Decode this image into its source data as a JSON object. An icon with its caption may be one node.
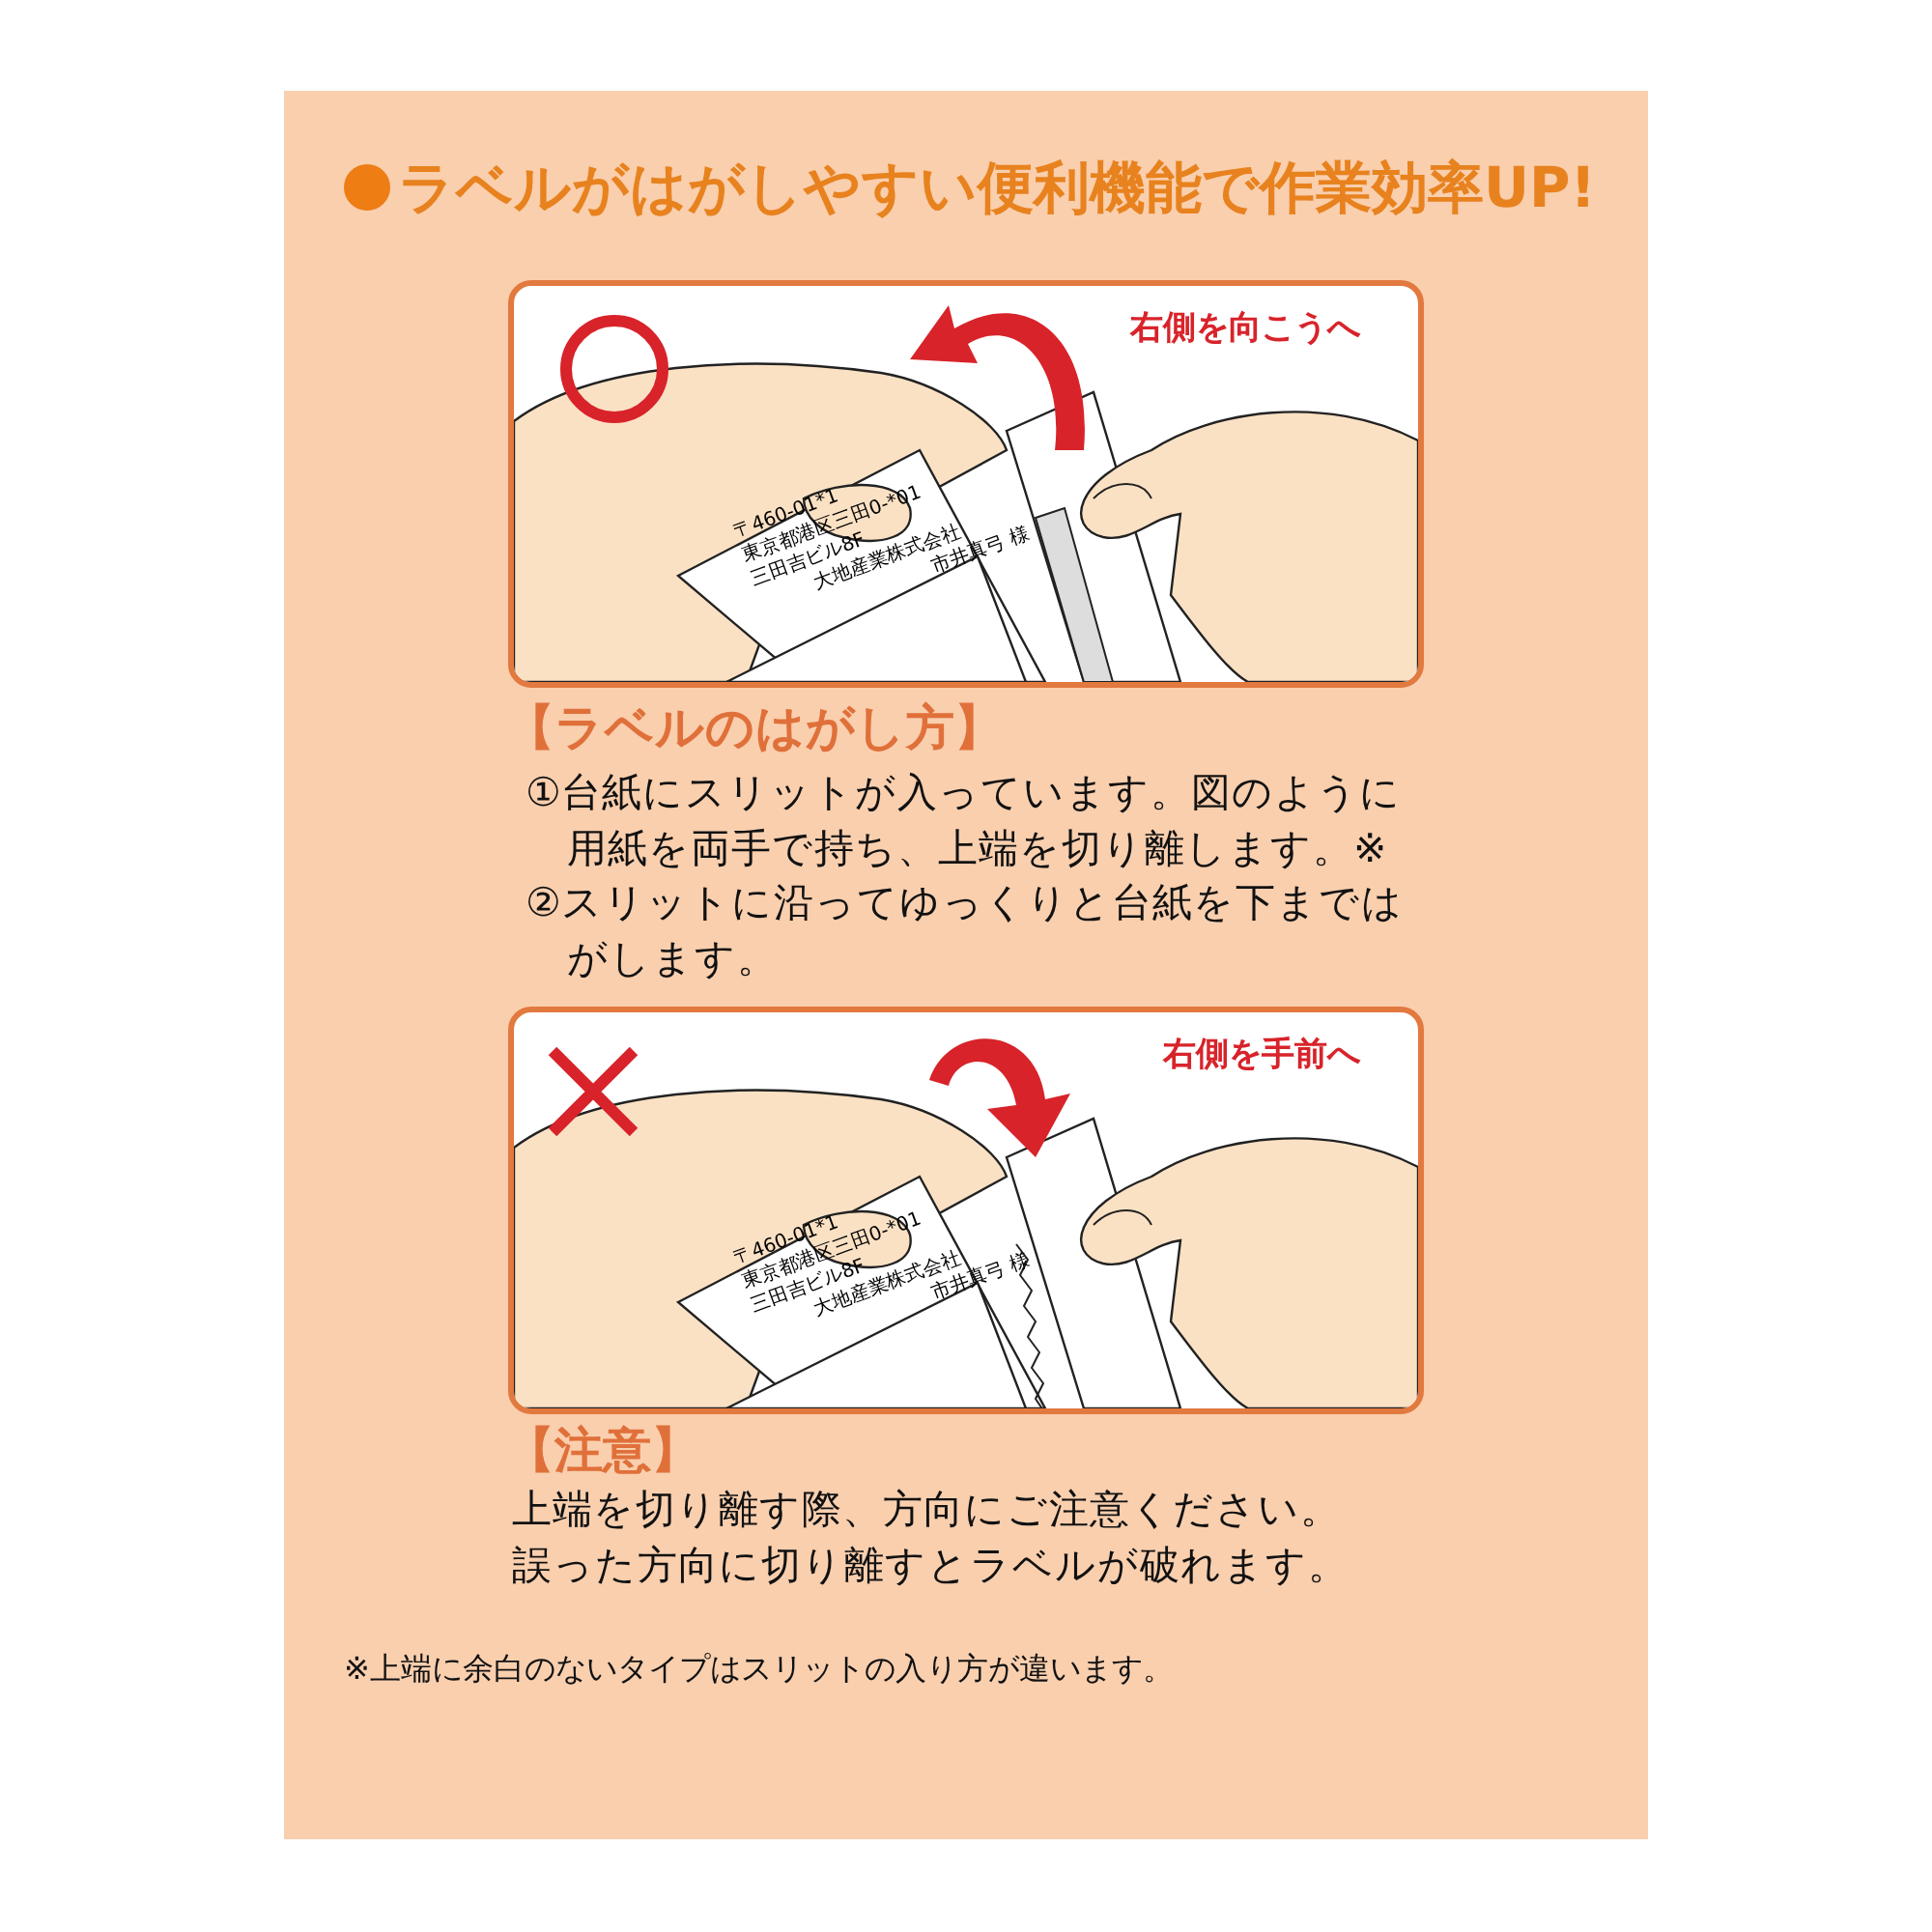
{
  "diagram": {
    "title": "ラベルがはがしやすい便利機能で作業効率UP!",
    "labels": [
      "右側を向こうへ",
      "〒460-01*1",
      "東京都港区三田0-*01",
      "三田吉ビル8F",
      "大地産業株式会社",
      "市井真弓 様",
      "【ラベルのはがし方】",
      "①台紙にスリットが入っています。図のように用紙を両手で持ち、上端を切り離します。※",
      "②スリットに沿ってゆっくりと台紙を下まではがします。",
      "右側を手前へ",
      "〒460-01*1",
      "東京都港区三田0-*01",
      "三田吉ビル8F",
      "大地産業株式会社",
      "市井真弓 様",
      "【注意】",
      "上端を切り離す際、方向にご注意ください。誤った方向に切り離すとラベルが破れます。",
      "※上端に余白のないタイプはスリットの入り方が違います。"
    ]
  }
}
